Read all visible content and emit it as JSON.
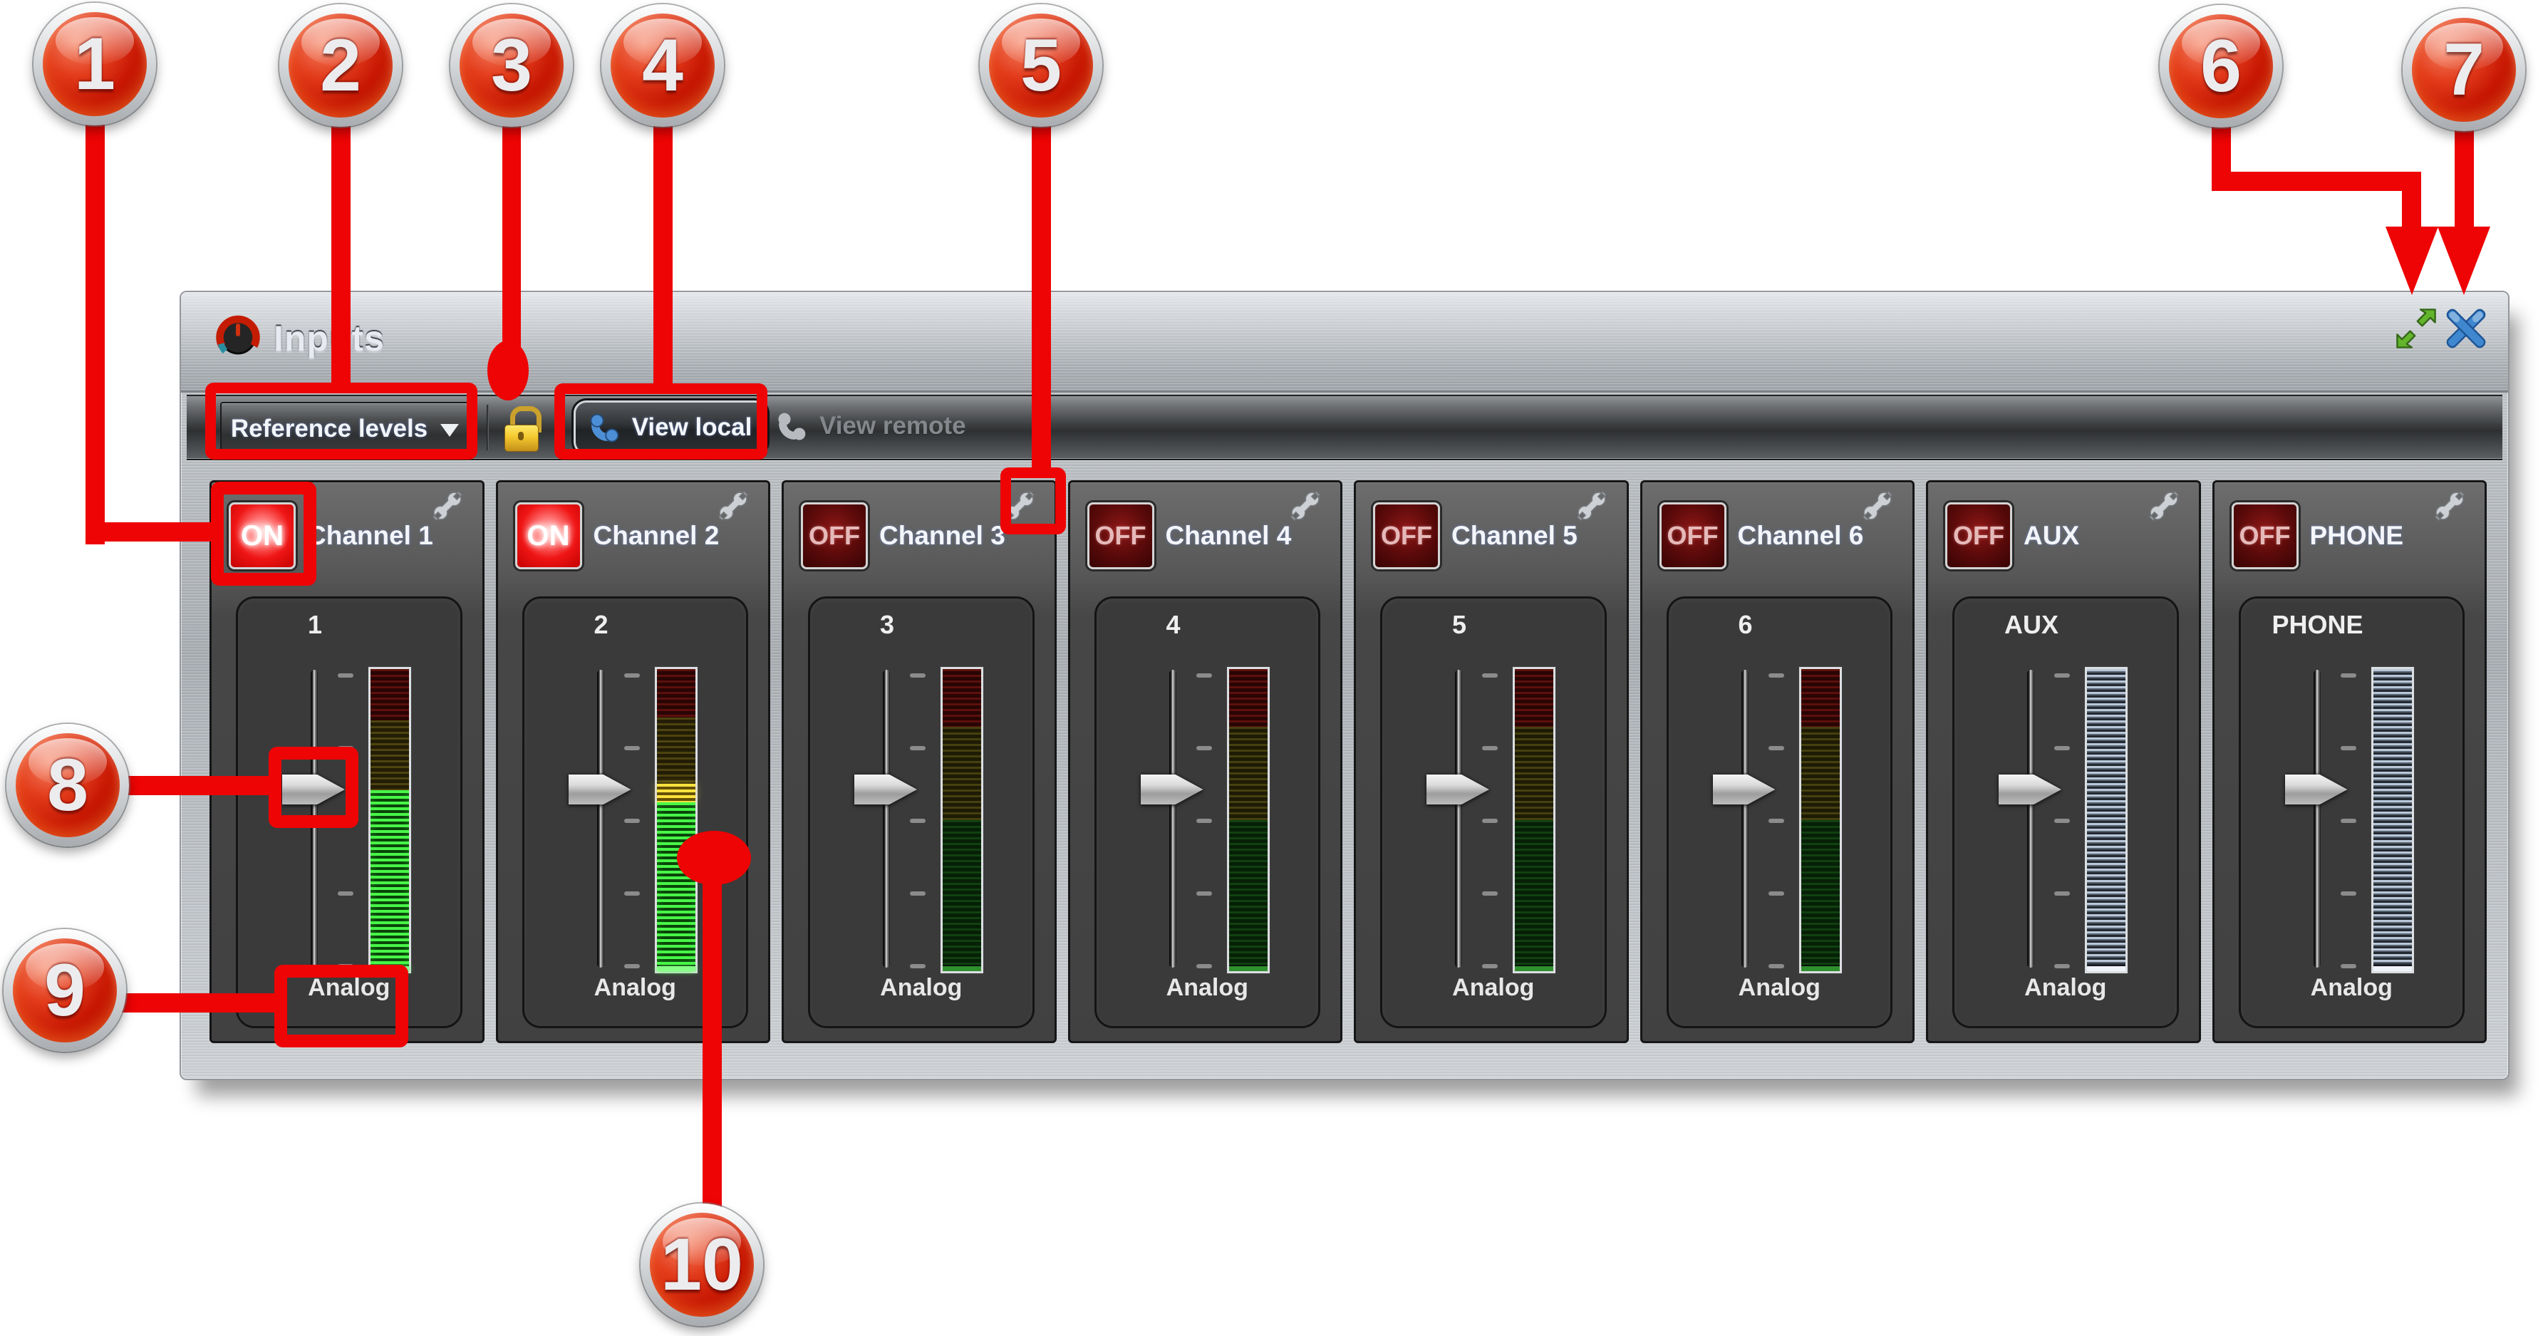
{
  "window": {
    "title": "Inputs",
    "logo_icon": "red-knob-gauge-icon",
    "resize_icon": "green-diagonal-arrows-icon",
    "close_icon": "blue-x-icon"
  },
  "toolbar": {
    "reference_levels_label": "Reference levels",
    "lock_icon": "gold-padlock-icon",
    "view_local_label": "View local",
    "view_local_icon": "blue-phone-icon",
    "view_remote_label": "View remote",
    "view_remote_icon": "gray-phone-icon"
  },
  "channels": [
    {
      "power": "ON",
      "state": "on",
      "name": "Channel 1",
      "port": "1",
      "connection": "Analog",
      "meter": "lit-green",
      "settings_icon": "wrench-icon"
    },
    {
      "power": "ON",
      "state": "on",
      "name": "Channel 2",
      "port": "2",
      "connection": "Analog",
      "meter": "lit-green-yellow",
      "settings_icon": "wrench-icon"
    },
    {
      "power": "OFF",
      "state": "off",
      "name": "Channel 3",
      "port": "3",
      "connection": "Analog",
      "meter": "unlit",
      "settings_icon": "wrench-icon"
    },
    {
      "power": "OFF",
      "state": "off",
      "name": "Channel 4",
      "port": "4",
      "connection": "Analog",
      "meter": "unlit",
      "settings_icon": "wrench-icon"
    },
    {
      "power": "OFF",
      "state": "off",
      "name": "Channel 5",
      "port": "5",
      "connection": "Analog",
      "meter": "unlit",
      "settings_icon": "wrench-icon"
    },
    {
      "power": "OFF",
      "state": "off",
      "name": "Channel 6",
      "port": "6",
      "connection": "Analog",
      "meter": "unlit",
      "settings_icon": "wrench-icon"
    },
    {
      "power": "OFF",
      "state": "off",
      "name": "AUX",
      "port": "AUX",
      "connection": "Analog",
      "meter": "steel",
      "settings_icon": "wrench-icon"
    },
    {
      "power": "OFF",
      "state": "off",
      "name": "PHONE",
      "port": "PHONE",
      "connection": "Analog",
      "meter": "steel",
      "settings_icon": "wrench-icon"
    }
  ],
  "callouts": [
    {
      "number": "1",
      "target": "channel-1-power-button"
    },
    {
      "number": "2",
      "target": "reference-levels-dropdown"
    },
    {
      "number": "3",
      "target": "lock-icon"
    },
    {
      "number": "4",
      "target": "view-local-button"
    },
    {
      "number": "5",
      "target": "channel-3-wrench-icon"
    },
    {
      "number": "6",
      "target": "window-resize-icon"
    },
    {
      "number": "7",
      "target": "window-close-icon"
    },
    {
      "number": "8",
      "target": "channel-1-fader-handle"
    },
    {
      "number": "9",
      "target": "channel-1-analog-label"
    },
    {
      "number": "10",
      "target": "channel-2-level-meter"
    }
  ],
  "colors": {
    "annotation_red": "#ee0404",
    "on_button_red": "#ef1515",
    "off_button_red": "#5c0a0a",
    "meter_lit_green": "#48f548",
    "meter_lit_yellow": "#ffe23c",
    "steel_meter_blue": "#b9c7d9",
    "close_blue": "#3f87cf",
    "resize_green": "#5fb32c",
    "lock_gold": "#f4c82e"
  }
}
